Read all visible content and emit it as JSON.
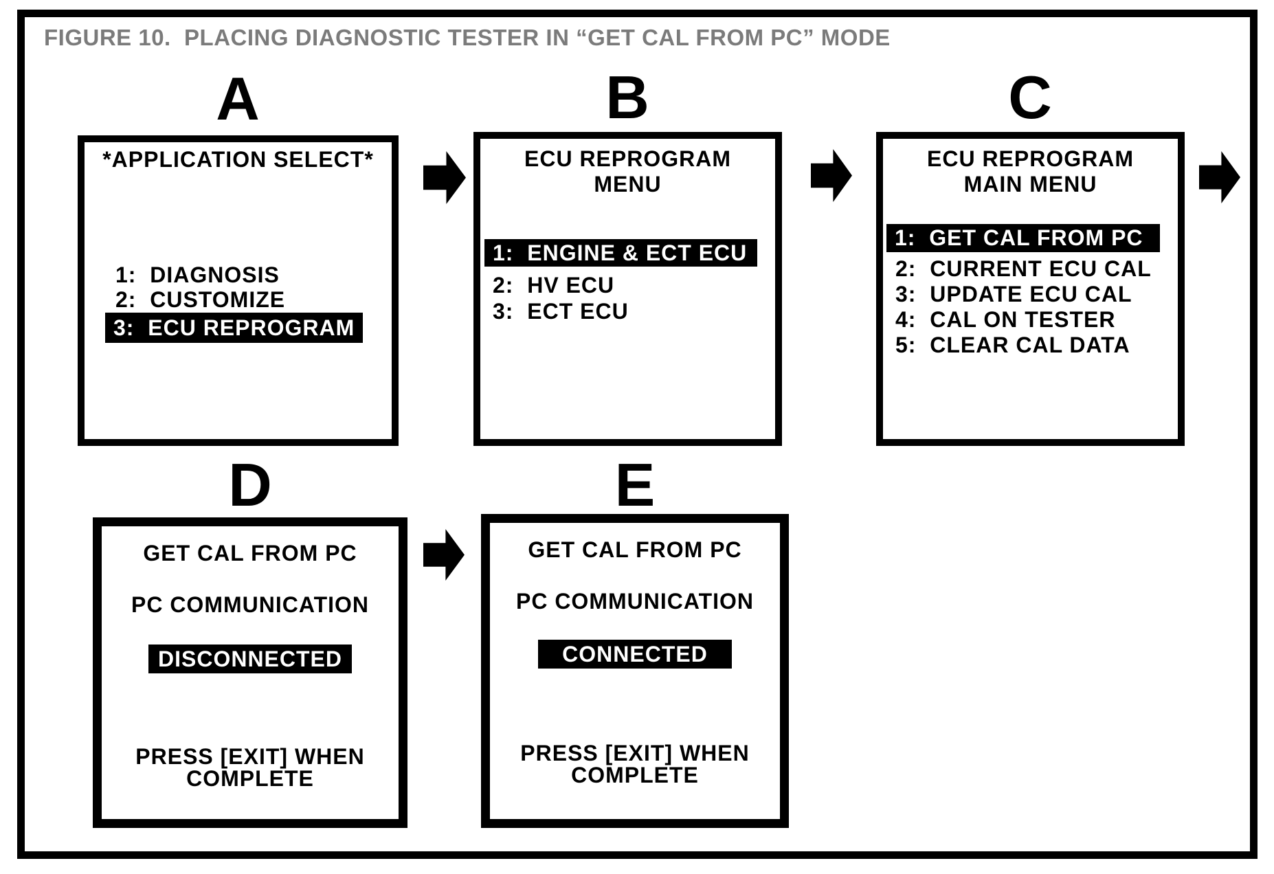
{
  "colors": {
    "ink": "#000000",
    "paper": "#ffffff",
    "title_gray": "#7b7b7b",
    "highlight_bg": "#000000",
    "highlight_fg": "#ffffff"
  },
  "figure": {
    "title": "FIGURE 10.  PLACING DIAGNOSTIC TESTER IN “GET CAL FROM PC” MODE"
  },
  "flow": {
    "arrow_icon": "arrow-right"
  },
  "screens": {
    "a": {
      "label": "A",
      "title": "*APPLICATION SELECT*",
      "items": [
        {
          "text": "1:  DIAGNOSIS",
          "selected": false
        },
        {
          "text": "2:  CUSTOMIZE",
          "selected": false
        },
        {
          "text": "3:  ECU REPROGRAM",
          "selected": true
        }
      ]
    },
    "b": {
      "label": "B",
      "title_line1": "ECU REPROGRAM",
      "title_line2": "MENU",
      "items": [
        {
          "text": "1:  ENGINE & ECT ECU",
          "selected": true
        },
        {
          "text": "2:  HV ECU",
          "selected": false
        },
        {
          "text": "3:  ECT ECU",
          "selected": false
        }
      ]
    },
    "c": {
      "label": "C",
      "title_line1": "ECU REPROGRAM",
      "title_line2": "MAIN MENU",
      "items": [
        {
          "text": "1:  GET CAL FROM PC",
          "selected": true
        },
        {
          "text": "2:  CURRENT ECU CAL",
          "selected": false
        },
        {
          "text": "3:  UPDATE ECU CAL",
          "selected": false
        },
        {
          "text": "4:  CAL ON TESTER",
          "selected": false
        },
        {
          "text": "5:  CLEAR CAL DATA",
          "selected": false
        }
      ]
    },
    "d": {
      "label": "D",
      "line1": "GET CAL FROM PC",
      "line2": "PC COMMUNICATION",
      "status": "DISCONNECTED",
      "footer_line1": "PRESS [EXIT] WHEN",
      "footer_line2": "COMPLETE"
    },
    "e": {
      "label": "E",
      "line1": "GET CAL FROM PC",
      "line2": "PC COMMUNICATION",
      "status": "CONNECTED",
      "footer_line1": "PRESS [EXIT] WHEN",
      "footer_line2": "COMPLETE"
    }
  }
}
